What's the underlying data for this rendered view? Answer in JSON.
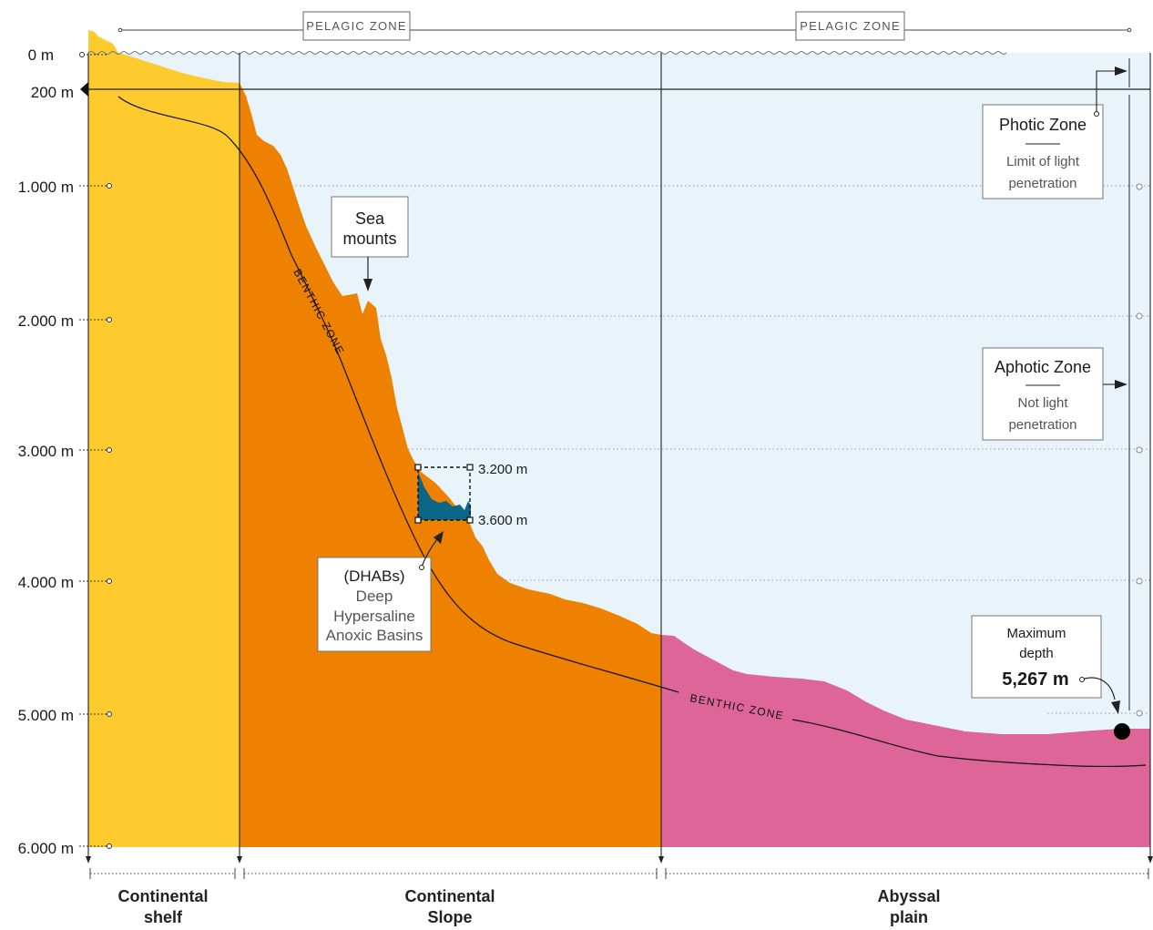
{
  "colors": {
    "water": "#e9f4fa",
    "shelf": "#fecb2f",
    "slope": "#ef8101",
    "abyssal": "#de6598",
    "dhabs": "#0c6687"
  },
  "depth_axis": {
    "ticks": [
      "0 m",
      "200 m",
      "1.000 m",
      "2.000 m",
      "3.000 m",
      "4.000 m",
      "5.000 m",
      "6.000 m"
    ]
  },
  "top_zones": [
    "PELAGIC ZONE",
    "PELAGIC ZONE"
  ],
  "benthic_labels": [
    "BENTHIC ZONE",
    "BENTHIC ZONE"
  ],
  "photic": {
    "title": "Photic Zone",
    "desc_line1": "Limit of light",
    "desc_line2": "penetration"
  },
  "aphotic": {
    "title": "Aphotic Zone",
    "desc_line1": "Not light",
    "desc_line2": "penetration"
  },
  "seamounts": {
    "line1": "Sea",
    "line2": "mounts"
  },
  "dhabs": {
    "line1": "(DHABs)",
    "line2": "Deep",
    "line3": "Hypersaline",
    "line4": "Anoxic Basins",
    "top_depth": "3.200 m",
    "bottom_depth": "3.600 m"
  },
  "max_depth": {
    "line1": "Maximum",
    "line2": "depth",
    "value": "5,267 m"
  },
  "regions": [
    {
      "line1": "Continental",
      "line2": "shelf"
    },
    {
      "line1": "Continental",
      "line2": "Slope"
    },
    {
      "line1": "Abyssal",
      "line2": "plain"
    }
  ]
}
